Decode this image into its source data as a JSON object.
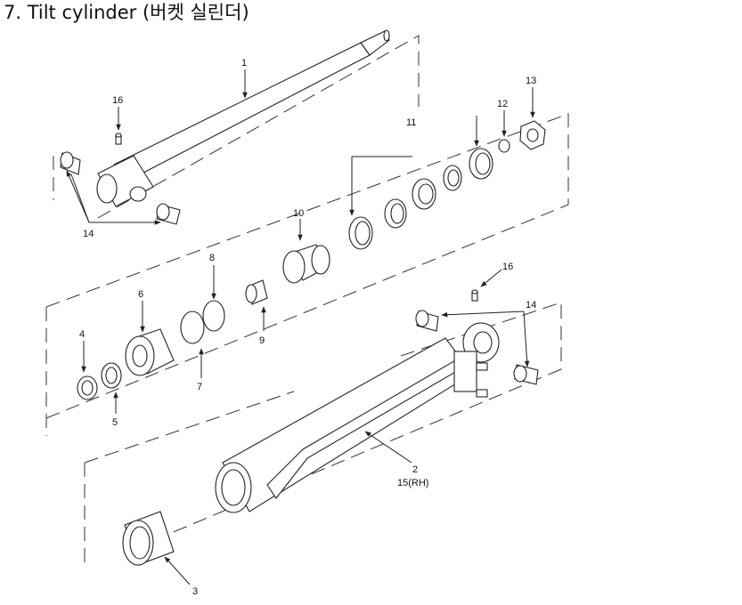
{
  "title": "7. Tilt cylinder (버켓 실린더)",
  "callouts": {
    "p1": "1",
    "p2": "2",
    "p2b": "15(RH)",
    "p3": "3",
    "p4": "4",
    "p5": "5",
    "p6": "6",
    "p7": "7",
    "p8": "8",
    "p9": "9",
    "p10": "10",
    "p11": "11",
    "p12": "12",
    "p13": "13",
    "p14a": "14",
    "p14b": "14",
    "p16a": "16",
    "p16b": "16"
  }
}
